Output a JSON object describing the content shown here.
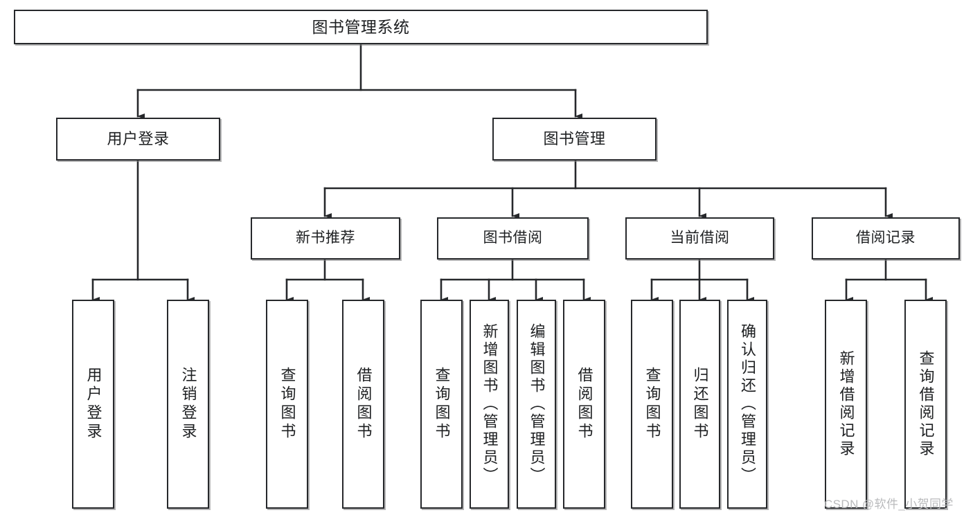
{
  "diagram": {
    "title": "图书管理系统",
    "watermark": "CSDN @软件_小贺同学",
    "colors": {
      "stroke": "#26282b",
      "box_fill": "#ffffff",
      "text": "#1d1f21",
      "shadow": "#78787a",
      "watermark": "#b9babc",
      "background": "#ffffff"
    },
    "root": {
      "label": "图书管理系统"
    },
    "level2": [
      {
        "label": "用户登录"
      },
      {
        "label": "图书管理"
      }
    ],
    "level3": [
      {
        "label": "新书推荐"
      },
      {
        "label": "图书借阅"
      },
      {
        "label": "当前借阅"
      },
      {
        "label": "借阅记录"
      }
    ],
    "leaves": {
      "user_login": [
        {
          "label": "用户登录"
        },
        {
          "label": "注销登录"
        }
      ],
      "new_book_recommend": [
        {
          "label": "查询图书"
        },
        {
          "label": "借阅图书"
        }
      ],
      "book_borrow": [
        {
          "label": "查询图书"
        },
        {
          "label": "新增图书（管理员）"
        },
        {
          "label": "编辑图书（管理员）"
        },
        {
          "label": "借阅图书"
        }
      ],
      "current_borrow": [
        {
          "label": "查询图书"
        },
        {
          "label": "归还图书"
        },
        {
          "label": "确认归还（管理员）"
        }
      ],
      "borrow_record": [
        {
          "label": "新增借阅记录"
        },
        {
          "label": "查询借阅记录"
        }
      ]
    }
  }
}
